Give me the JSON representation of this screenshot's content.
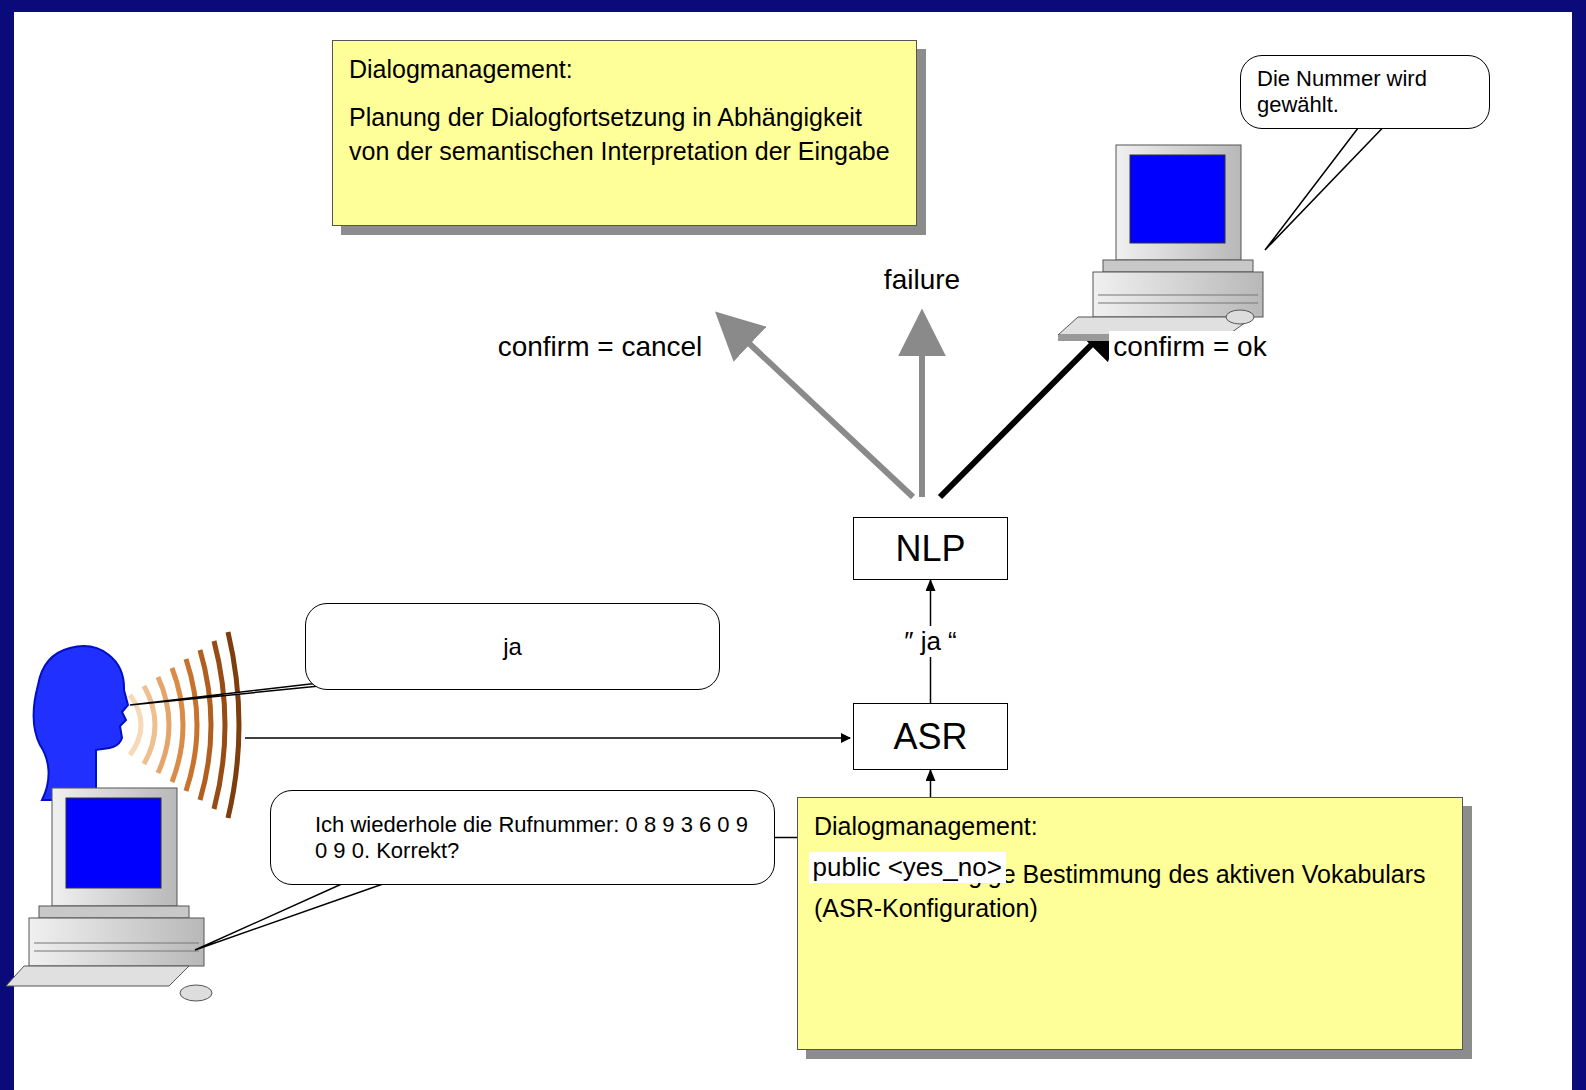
{
  "diagram": {
    "nodes": [
      {
        "text": [
          "Dialogmanagement:",
          "Planung der Dialogfortsetzung in Abhängigkeit von der semantischen Interpretation der Eingabe"
        ]
      },
      {
        "text": [
          "Die Nummer wird gewählt."
        ]
      },
      {
        "text": [
          "NLP"
        ]
      },
      {
        "text": [
          "ja"
        ]
      },
      {
        "text": [
          "ASR"
        ]
      },
      {
        "text": [
          "Ich wiederhole die Rufnummer: 0 8 9 3 6 0 9 0 9 0. Korrekt?"
        ]
      },
      {
        "text": [
          "Dialogmanagement:",
          "Kontextabhängige Bestimmung des aktiven Vokabulars (ASR-Konfiguration)"
        ]
      }
    ],
    "edges": [
      {
        "from": 4,
        "to": 2,
        "label": "″ ja “",
        "arrow": "to"
      },
      {
        "from": 5,
        "to": 4,
        "label": "public <yes_no>",
        "arrow": "to"
      }
    ],
    "labels": [
      "confirm = cancel",
      "failure",
      "confirm = ok"
    ]
  }
}
